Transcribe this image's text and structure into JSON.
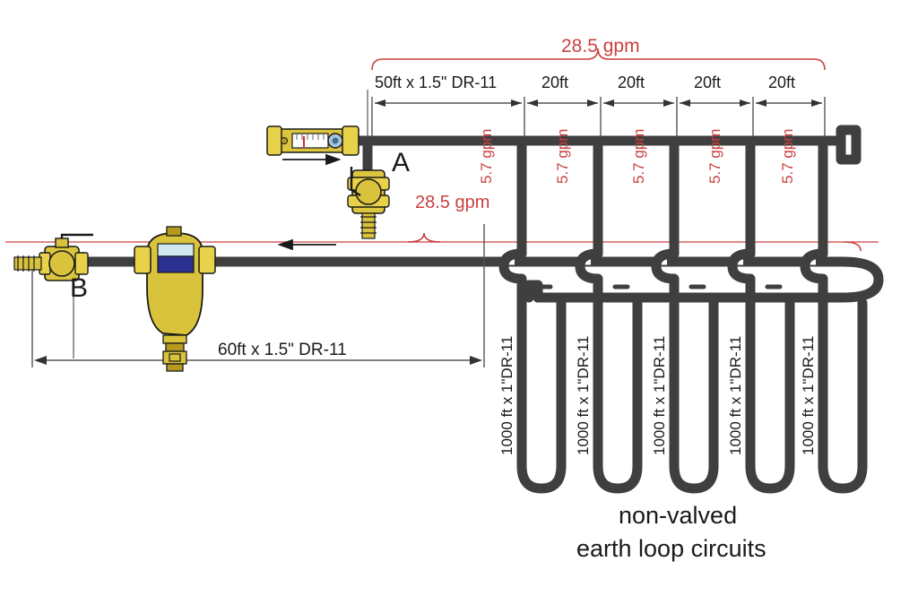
{
  "colors": {
    "pipe": "#3f3f3f",
    "brass_light": "#e8d24a",
    "brass": "#d9c33c",
    "brass_dark": "#b59a1f",
    "outline": "#1a1a1a",
    "red": "#c9413f",
    "dim_line": "#555555",
    "text": "#1a1a1a",
    "glass_top": "#cfe8f0",
    "glass_bottom": "#2b2f8f",
    "background": "#ffffff"
  },
  "top_flow": {
    "label": "28.5 gpm"
  },
  "return_flow": {
    "label": "28.5 gpm"
  },
  "dimensions": {
    "header_segments": [
      "50ft x 1.5\" DR-11",
      "20ft",
      "20ft",
      "20ft",
      "20ft"
    ],
    "supply_run": "60ft x 1.5\" DR-11"
  },
  "circuits": [
    {
      "flow": "5.7 gpm",
      "length": "1000 ft x 1\"DR-11"
    },
    {
      "flow": "5.7 gpm",
      "length": "1000 ft x 1\"DR-11"
    },
    {
      "flow": "5.7 gpm",
      "length": "1000 ft x 1\"DR-11"
    },
    {
      "flow": "5.7 gpm",
      "length": "1000 ft x 1\"DR-11"
    },
    {
      "flow": "5.7 gpm",
      "length": "1000 ft x 1\"DR-11"
    }
  ],
  "callouts": {
    "point_a": "A",
    "point_b": "B"
  },
  "caption": {
    "line1": "non-valved",
    "line2": "earth loop circuits"
  },
  "components": {
    "flow_meter": "flow-meter",
    "purge_valve_a": "purge-valve-a",
    "purge_valve_b": "purge-valve-b",
    "dirt_separator": "dirt-air-separator"
  }
}
